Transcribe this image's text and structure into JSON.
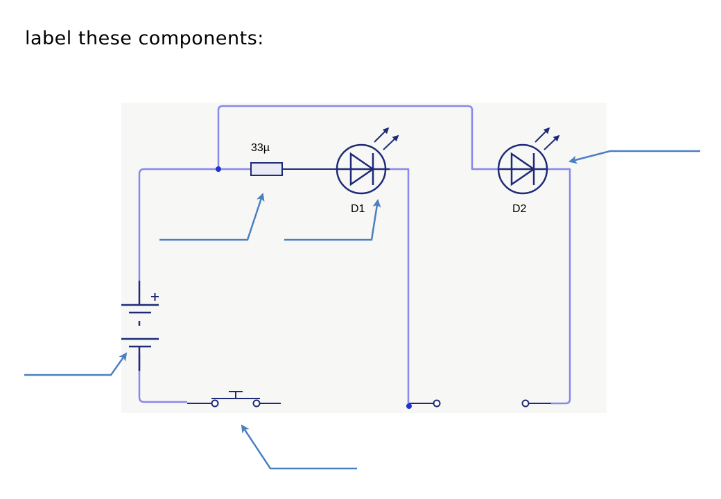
{
  "worksheet": {
    "instruction": "label these components:"
  },
  "circuit": {
    "resistor_label": "33µ",
    "led1_label": "D1",
    "led2_label": "D2"
  },
  "colors": {
    "wire": "#8888ee",
    "component": "#1e2a78",
    "pointer": "#4a7fc1"
  }
}
